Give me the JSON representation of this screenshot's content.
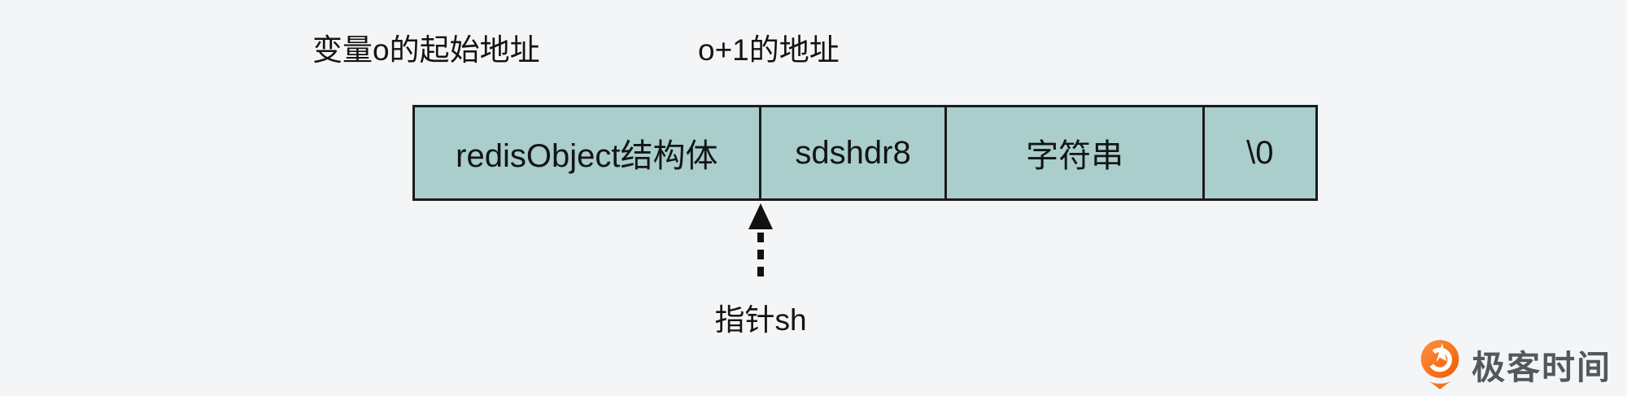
{
  "diagram": {
    "title_hint": "redis string object memory layout",
    "labels": {
      "start_address": "变量o的起始地址",
      "o_plus_1_address": "o+1的地址",
      "pointer": "指针sh"
    },
    "memory_block": {
      "segments": [
        {
          "label": "redisObject结构体",
          "width_pct": 38.45
        },
        {
          "label": "sdshdr8",
          "width_pct": 20.67
        },
        {
          "label": "字符串",
          "width_pct": 28.57
        },
        {
          "label": "\\0",
          "width_pct": 12.31
        }
      ]
    }
  },
  "branding": {
    "logo_text": "极客时间",
    "logo_icon": "geektime-pin-icon"
  },
  "colors": {
    "background": "#f4f5f7",
    "box_fill": "#a9cecb",
    "box_border": "#1b1b1b",
    "text": "#141414",
    "arrow": "#111111",
    "logo_orange": "#f76b0f",
    "logo_orange_dark": "#ef5a02",
    "logo_text_color": "#54585b"
  }
}
